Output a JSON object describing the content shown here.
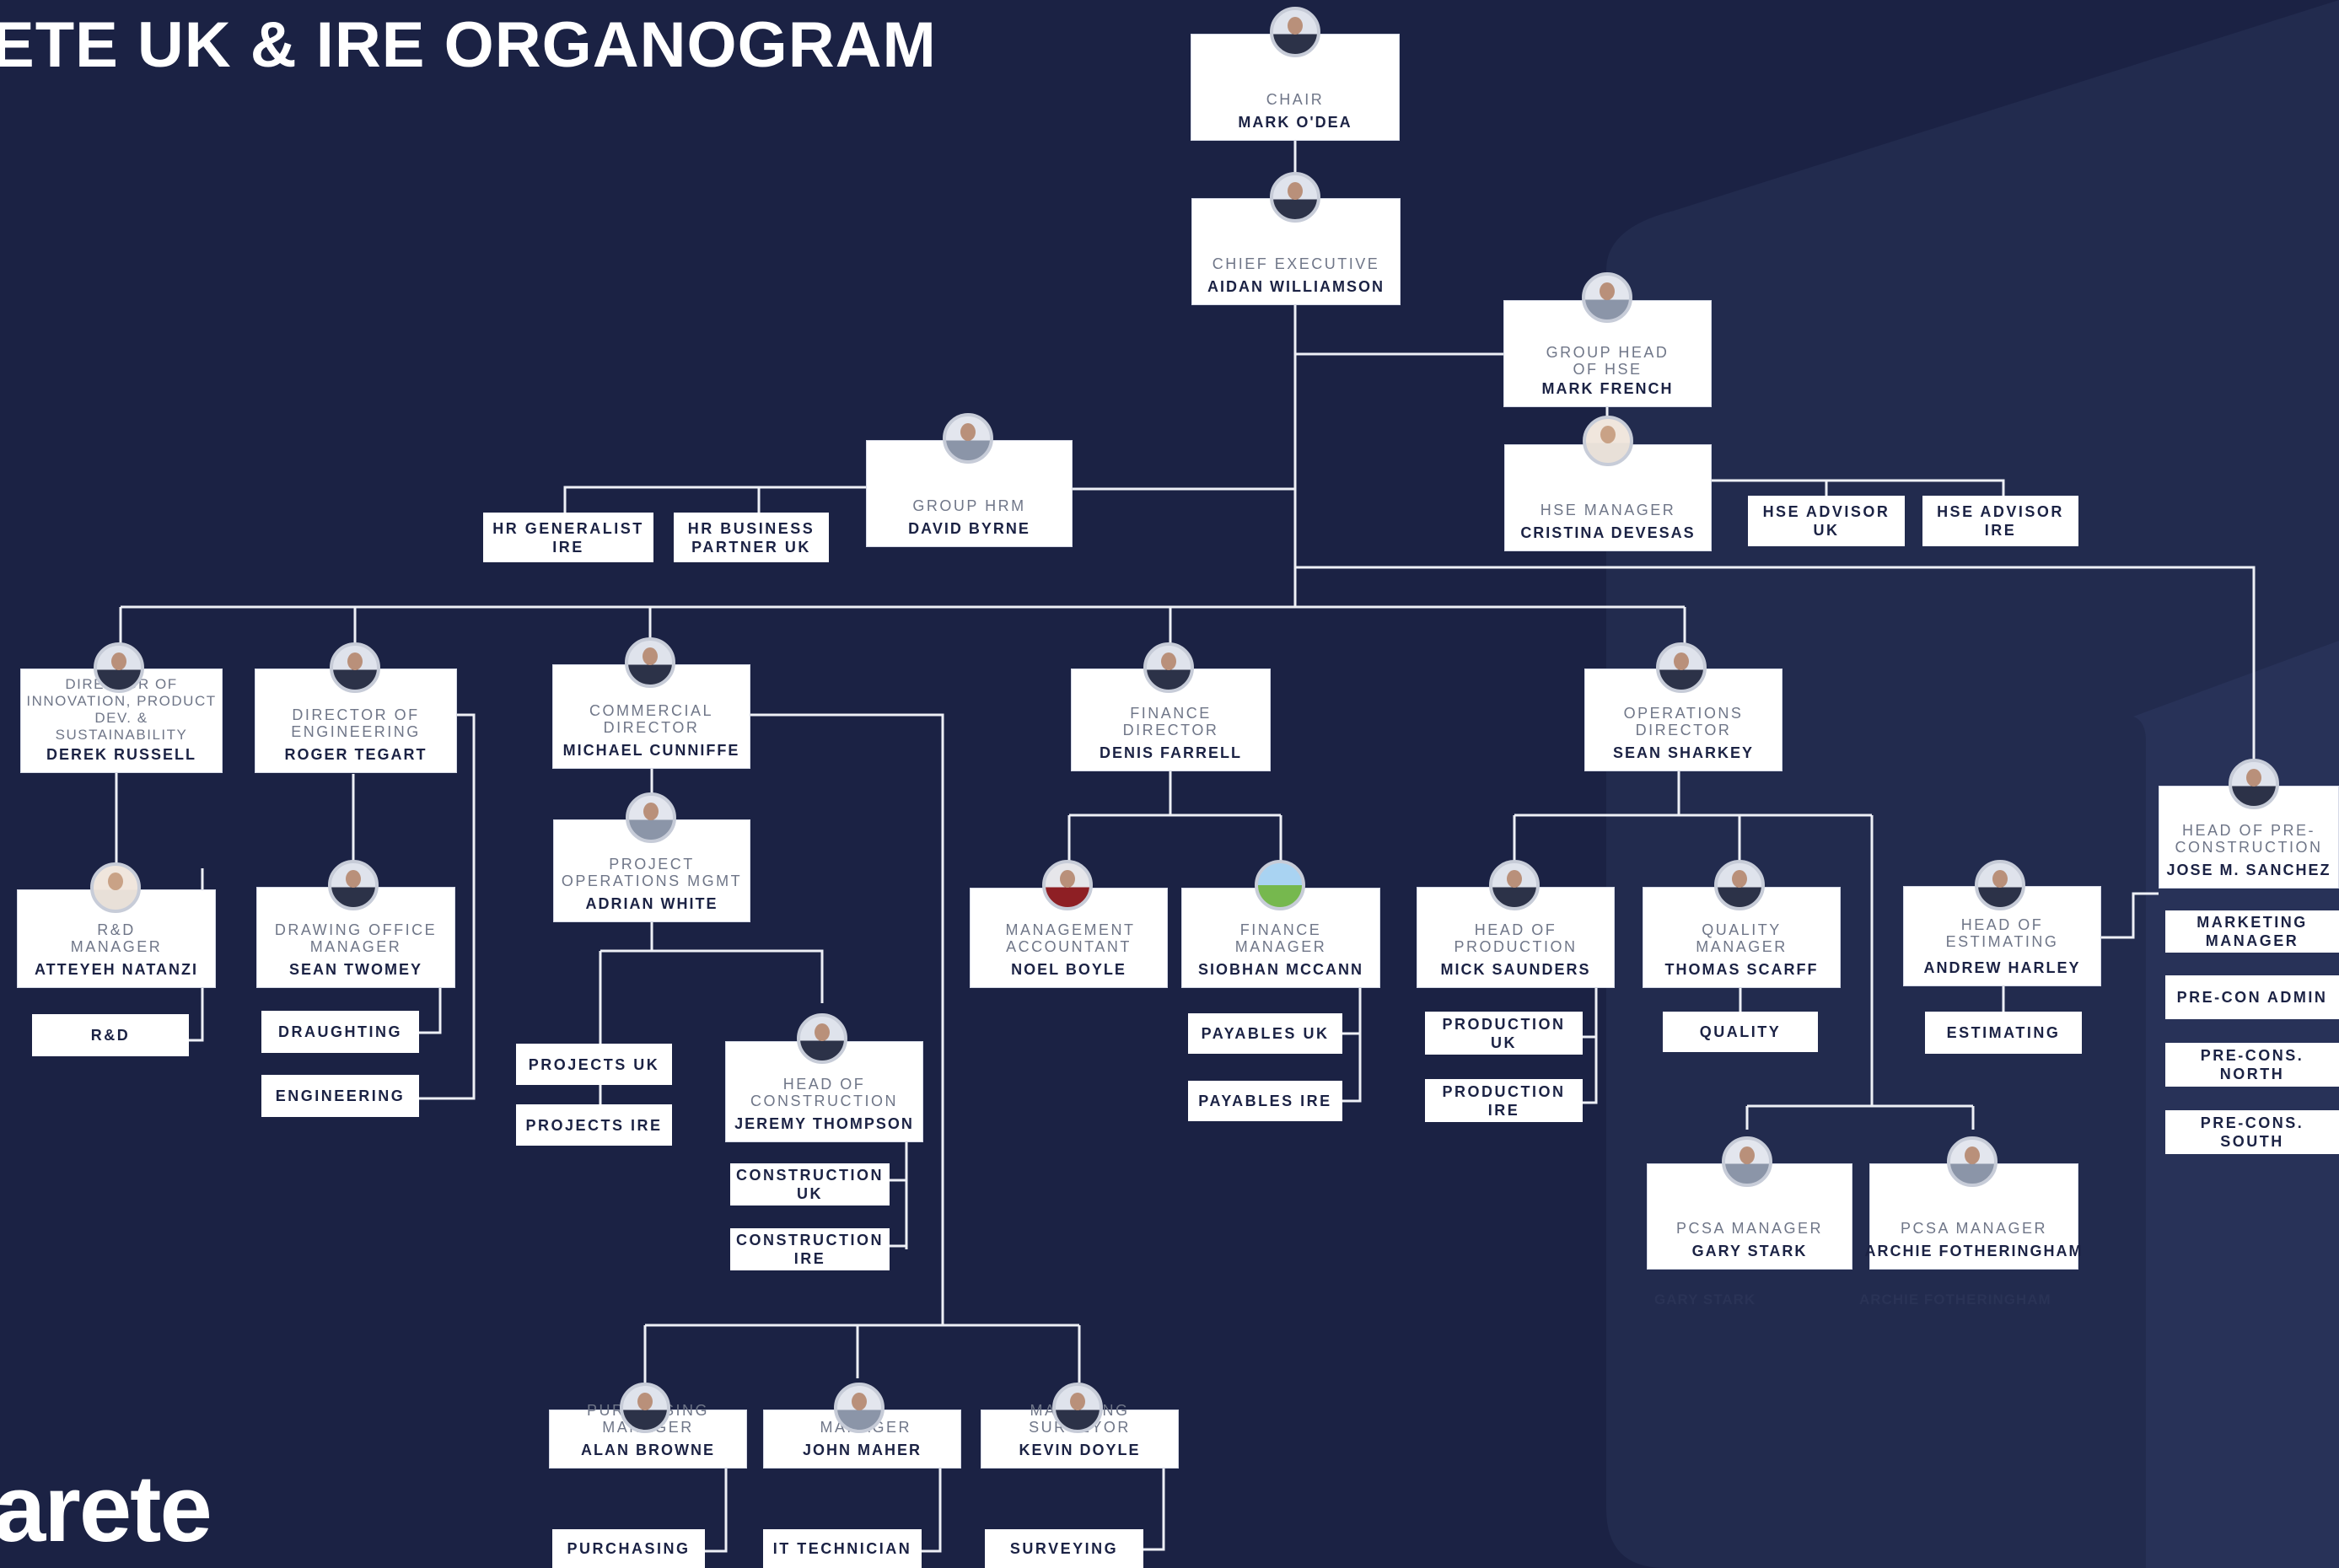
{
  "title": "ETE UK & IRE ORGANOGRAM",
  "logo_text": "arete",
  "colors": {
    "background": "#1b2244",
    "card": "#ffffff",
    "connector": "#eef0f6",
    "accent_shape": "#232c50"
  },
  "chair": {
    "role": "CHAIR",
    "name": "MARK O'DEA"
  },
  "ceo": {
    "role": "CHIEF EXECUTIVE",
    "name": "AIDAN WILLIAMSON"
  },
  "hse": {
    "head": {
      "role": "GROUP HEAD OF HSE",
      "name": "MARK FRENCH"
    },
    "manager": {
      "role": "HSE MANAGER",
      "name": "CRISTINA DEVESAS"
    },
    "advisor_uk": "HSE ADVISOR UK",
    "advisor_ire": "HSE ADVISOR IRE"
  },
  "hrm": {
    "head": {
      "role": "GROUP HRM",
      "name": "DAVID BYRNE"
    },
    "generalist": "HR GENERALIST IRE",
    "partner": "HR BUSINESS PARTNER UK"
  },
  "innovation": {
    "head": {
      "role": "DIRECTOR OF INNOVATION, PRODUCT DEV. & SUSTAINABILITY",
      "name": "DEREK RUSSELL"
    },
    "rd_manager": {
      "role": "R&D MANAGER",
      "name": "ATTEYEH NATANZI"
    },
    "rd": "R&D"
  },
  "engineering": {
    "head": {
      "role": "DIRECTOR OF ENGINEERING",
      "name": "ROGER TEGART"
    },
    "drawing": {
      "role": "DRAWING OFFICE MANAGER",
      "name": "SEAN TWOMEY"
    },
    "draughting": "DRAUGHTING",
    "engineering": "ENGINEERING"
  },
  "commercial": {
    "head": {
      "role": "COMMERCIAL DIRECTOR",
      "name": "MICHAEL CUNNIFFE"
    },
    "project_ops": {
      "role": "PROJECT OPERATIONS MGMT",
      "name": "ADRIAN WHITE"
    },
    "projects_uk": "PROJECTS UK",
    "projects_ire": "PROJECTS IRE",
    "construction": {
      "role": "HEAD OF CONSTRUCTION",
      "name": "JEREMY THOMPSON"
    },
    "construction_uk": "CONSTRUCTION UK",
    "construction_ire": "CONSTRUCTION IRE",
    "purchasing_mgr": {
      "role": "PURCHASING MANAGER",
      "name": "ALAN BROWNE"
    },
    "purchasing": "PURCHASING",
    "it_mgr": {
      "role": "IT MANAGER",
      "name": "JOHN MAHER"
    },
    "it_tech": "IT TECHNICIAN",
    "surveyor": {
      "role": "MANAGING SURVEYOR",
      "name": "KEVIN DOYLE"
    },
    "surveying": "SURVEYING"
  },
  "finance": {
    "head": {
      "role": "FINANCE DIRECTOR",
      "name": "DENIS FARRELL"
    },
    "mgmt_acc": {
      "role": "MANAGEMENT ACCOUNTANT",
      "name": "NOEL BOYLE"
    },
    "fin_mgr": {
      "role": "FINANCE MANAGER",
      "name": "SIOBHAN MCCANN"
    },
    "payables_uk": "PAYABLES UK",
    "payables_ire": "PAYABLES IRE"
  },
  "operations": {
    "head": {
      "role": "OPERATIONS DIRECTOR",
      "name": "SEAN SHARKEY"
    },
    "production": {
      "role": "HEAD OF PRODUCTION",
      "name": "MICK SAUNDERS"
    },
    "production_uk": "PRODUCTION UK",
    "production_ire": "PRODUCTION IRE",
    "quality_mgr": {
      "role": "QUALITY MANAGER",
      "name": "THOMAS SCARFF"
    },
    "quality": "QUALITY",
    "pcsa1": {
      "role": "PCSA MANAGER",
      "name": "GARY STARK"
    },
    "pcsa2": {
      "role": "PCSA MANAGER",
      "name": "ARCHIE FOTHERINGHAM"
    },
    "ghost1": "GARY STARK",
    "ghost2": "ARCHIE FOTHERINGHAM"
  },
  "estimating": {
    "head": {
      "role": "HEAD OF ESTIMATING",
      "name": "ANDREW HARLEY"
    },
    "estimating": "ESTIMATING"
  },
  "preconstruction": {
    "head": {
      "role": "HEAD OF PRE-CONSTRUCTION",
      "name": "JOSE M. SANCHEZ"
    },
    "marketing": "MARKETING MANAGER",
    "precon_admin": "PRE-CON ADMIN",
    "precon_north": "PRE-CONS. NORTH",
    "precon_south": "PRE-CONS. SOUTH"
  }
}
